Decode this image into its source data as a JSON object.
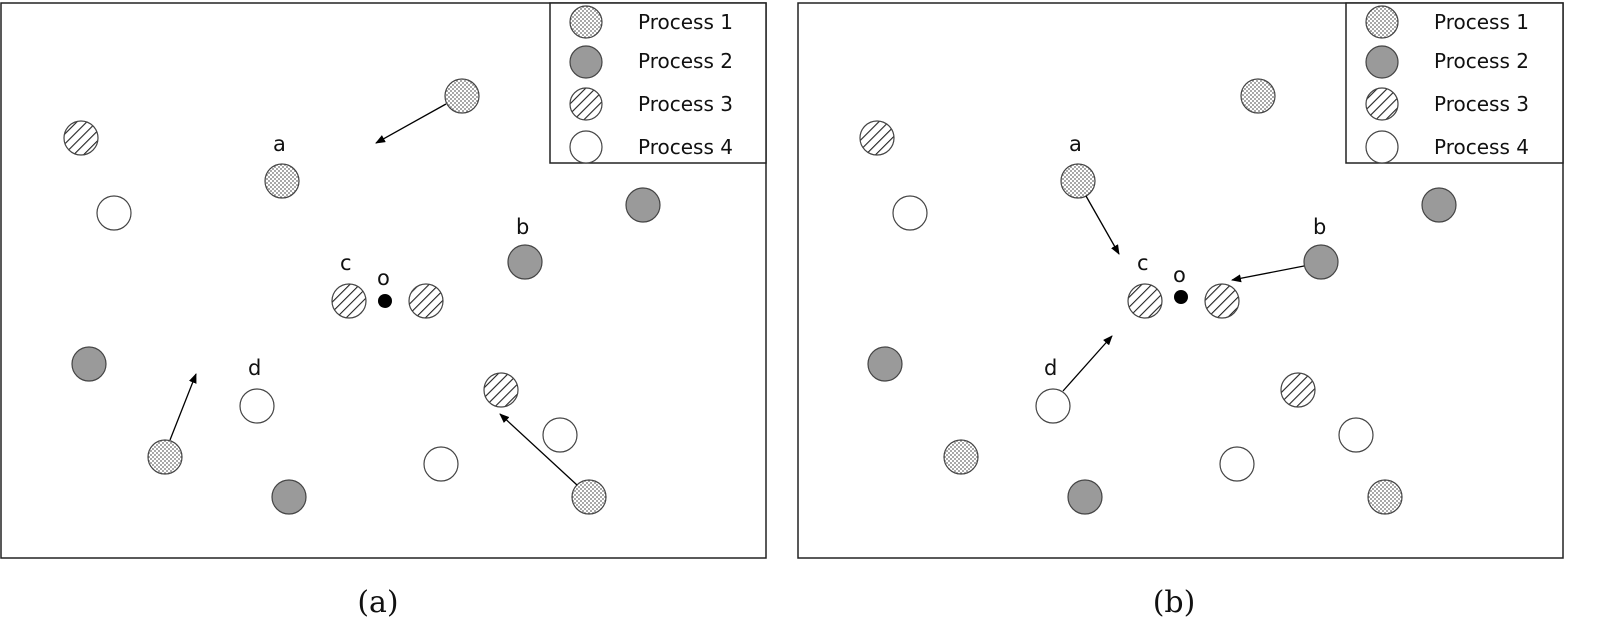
{
  "legend": [
    {
      "key": "p1",
      "label": "Process 1"
    },
    {
      "key": "p2",
      "label": "Process 2"
    },
    {
      "key": "p3",
      "label": "Process 3"
    },
    {
      "key": "p4",
      "label": "Process 4"
    }
  ],
  "panels": [
    {
      "caption": "(a)",
      "labels": {
        "a": "a",
        "b": "b",
        "c": "c",
        "d": "d",
        "o": "o"
      }
    },
    {
      "caption": "(b)",
      "labels": {
        "a": "a",
        "b": "b",
        "c": "c",
        "d": "d",
        "o": "o"
      }
    }
  ],
  "colors": {
    "border": "#222222",
    "process2_fill": "#9a9a9a",
    "dot": "#000000"
  }
}
